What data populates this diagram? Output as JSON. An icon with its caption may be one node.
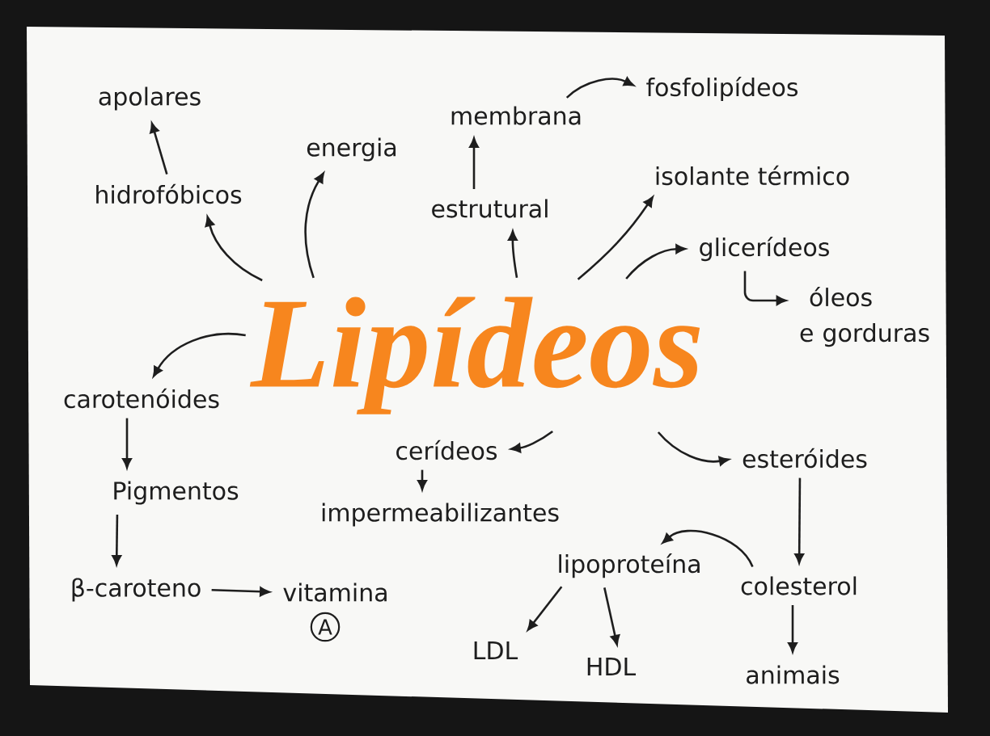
{
  "diagram": {
    "nodes": [
      {
        "text": [
          "Lipídeos"
        ]
      },
      {
        "text": [
          "apolares"
        ]
      },
      {
        "text": [
          "hidrofóbicos"
        ]
      },
      {
        "text": [
          "energia"
        ]
      },
      {
        "text": [
          "membrana"
        ]
      },
      {
        "text": [
          "fosfolipídeos"
        ]
      },
      {
        "text": [
          "estrutural"
        ]
      },
      {
        "text": [
          "isolante térmico"
        ]
      },
      {
        "text": [
          "glicerídeos"
        ]
      },
      {
        "text": [
          "óleos e gorduras"
        ]
      },
      {
        "text": [
          "carotenóides"
        ]
      },
      {
        "text": [
          "Pigmentos"
        ]
      },
      {
        "text": [
          "β-caroteno"
        ]
      },
      {
        "text": [
          "vitamina"
        ]
      },
      {
        "text": [
          "A"
        ]
      },
      {
        "text": [
          "cerídeos"
        ]
      },
      {
        "text": [
          "impermeabilizantes"
        ]
      },
      {
        "text": [
          "esteróides"
        ]
      },
      {
        "text": [
          "lipoproteína"
        ]
      },
      {
        "text": [
          "colesterol"
        ]
      },
      {
        "text": [
          "LDL"
        ]
      },
      {
        "text": [
          "HDL"
        ]
      },
      {
        "text": [
          "animais"
        ]
      }
    ],
    "edges": [
      {
        "from": 0,
        "to": 2,
        "arrow": "to"
      },
      {
        "from": 2,
        "to": 1,
        "arrow": "to"
      },
      {
        "from": 0,
        "to": 3,
        "arrow": "to"
      },
      {
        "from": 0,
        "to": 6,
        "arrow": "to"
      },
      {
        "from": 6,
        "to": 4,
        "arrow": "to"
      },
      {
        "from": 4,
        "to": 5,
        "arrow": "to"
      },
      {
        "from": 0,
        "to": 7,
        "arrow": "to"
      },
      {
        "from": 0,
        "to": 8,
        "arrow": "to"
      },
      {
        "from": 8,
        "to": 9,
        "arrow": "to"
      },
      {
        "from": 0,
        "to": 10,
        "arrow": "to"
      },
      {
        "from": 10,
        "to": 11,
        "arrow": "to"
      },
      {
        "from": 11,
        "to": 12,
        "arrow": "to"
      },
      {
        "from": 12,
        "to": 13,
        "arrow": "to"
      },
      {
        "from": 0,
        "to": 15,
        "arrow": "to"
      },
      {
        "from": 15,
        "to": 16,
        "arrow": "to"
      },
      {
        "from": 0,
        "to": 17,
        "arrow": "to"
      },
      {
        "from": 17,
        "to": 19,
        "arrow": "to"
      },
      {
        "from": 19,
        "to": 18,
        "arrow": "to"
      },
      {
        "from": 18,
        "to": 20,
        "arrow": "to"
      },
      {
        "from": 18,
        "to": 21,
        "arrow": "to"
      },
      {
        "from": 19,
        "to": 22,
        "arrow": "to"
      }
    ]
  }
}
